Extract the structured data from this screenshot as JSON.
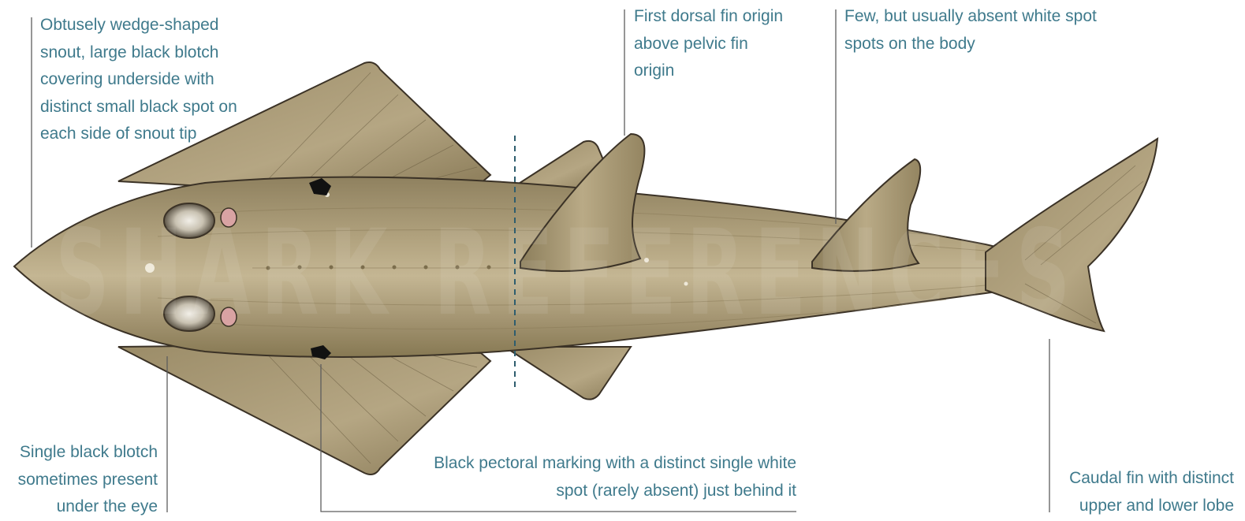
{
  "watermark": "SHARK REFERENCES",
  "colors": {
    "label_text": "#3f7a8c",
    "leader_line": "#5d5d5d",
    "body_main": "#a99a78",
    "body_dark": "#7f714f",
    "body_light": "#cbbd9c",
    "fin_outline": "#3b3226",
    "blotch": "#111111",
    "dashed_marker": "#2e5d6e"
  },
  "icons": {
    "specimen": "guitarfish-dorsal-view-illustration",
    "blotch": "black-pectoral-blotch",
    "eye": "eye-and-spiracle"
  },
  "annotations": {
    "snout": {
      "lines": [
        "Obtusely wedge-shaped",
        "snout, large black blotch",
        "covering underside with",
        "distinct small black spot on",
        "each side of snout tip"
      ]
    },
    "eye_blotch": {
      "lines": [
        "Single black blotch",
        "sometimes present",
        "under the eye"
      ]
    },
    "dorsal_fin": {
      "lines": [
        "First dorsal fin origin",
        "above pelvic fin",
        "origin"
      ]
    },
    "white_spots": {
      "lines": [
        "Few, but usually absent white spot",
        "spots on the body"
      ]
    },
    "pectoral": {
      "lines": [
        "Black pectoral marking with a distinct single white",
        "spot (rarely absent) just behind it"
      ]
    },
    "caudal": {
      "lines": [
        "Caudal fin with distinct",
        "upper and lower lobe"
      ]
    }
  }
}
